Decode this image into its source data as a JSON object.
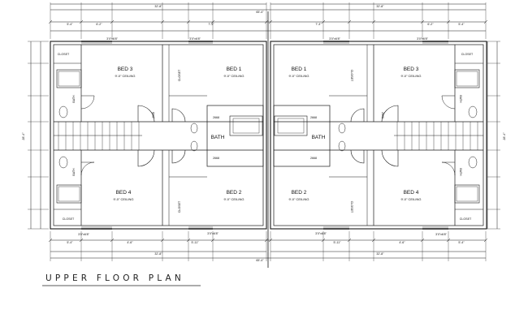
{
  "title": "UPPER FLOOR PLAN",
  "overall_dims": {
    "total": "65'-4\"",
    "unit": "32'-8\"",
    "depth": "28'-4\""
  },
  "rooms": {
    "bed1": "BED 1",
    "bed2": "BED 2",
    "bed3": "BED 3",
    "bed4": "BED 4",
    "bath": "BATH",
    "closet": "CLOSET",
    "ceiling": "9'-0\" CEILING"
  },
  "door_tags": {
    "d1": "2668",
    "d2": "2868",
    "d3": "3'0\"x6'8\""
  },
  "partial_dims": {
    "a": "5'-4\"",
    "b": "6'-2\"",
    "c": "7'-3\"",
    "d": "5'-11\"",
    "e": "4'-6\""
  }
}
